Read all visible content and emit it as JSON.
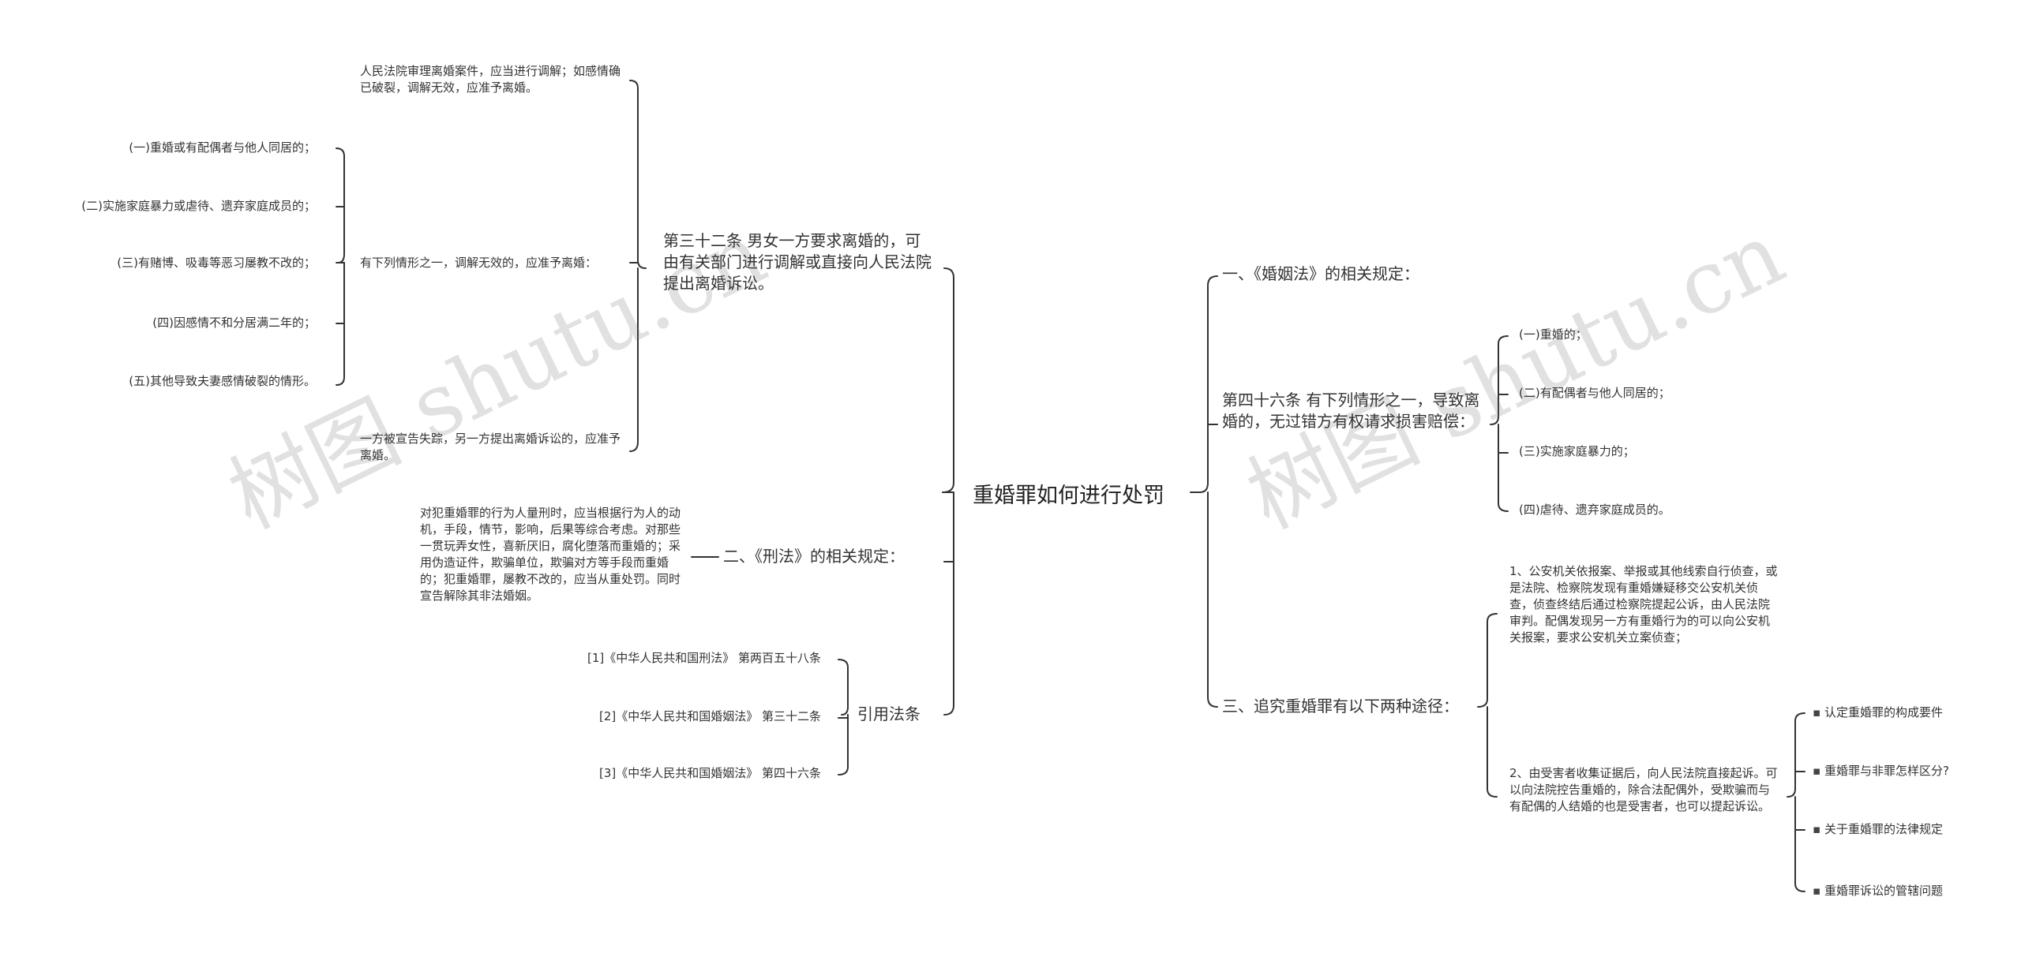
{
  "root": "重婚罪如何进行处罚",
  "left": {
    "art32": {
      "title": "第三十二条 男女一方要求离婚的，可由有关部门进行调解或直接向人民法院提出离婚诉讼。",
      "para1": "人民法院审理离婚案件，应当进行调解；如感情确已破裂，调解无效，应准予离婚。",
      "sub": "有下列情形之一，调解无效的，应准予离婚：",
      "items": [
        "(一)重婚或有配偶者与他人同居的；",
        "(二)实施家庭暴力或虐待、遗弃家庭成员的；",
        "(三)有赌博、吸毒等恶习屡教不改的；",
        "(四)因感情不和分居满二年的；",
        "(五)其他导致夫妻感情破裂的情形。"
      ],
      "para2": "一方被宣告失踪，另一方提出离婚诉讼的，应准予离婚。"
    },
    "criminal": {
      "title": "二、《刑法》的相关规定：",
      "text": "对犯重婚罪的行为人量刑时，应当根据行为人的动机，手段，情节，影响，后果等综合考虑。对那些一贯玩弄女性，喜新厌旧，腐化堕落而重婚的；采用伪造证件，欺骗单位，欺骗对方等手段而重婚的；犯重婚罪，屡教不改的，应当从重处罚。同时宣告解除其非法婚姻。"
    },
    "refs": {
      "title": "引用法条",
      "items": [
        "[1]《中华人民共和国刑法》 第两百五十八条",
        "[2]《中华人民共和国婚姻法》 第三十二条",
        "[3]《中华人民共和国婚姻法》 第四十六条"
      ]
    }
  },
  "right": {
    "marriage": {
      "title": "一、《婚姻法》的相关规定："
    },
    "art46": {
      "title": "第四十六条 有下列情形之一，导致离婚的，无过错方有权请求损害赔偿：",
      "items": [
        "(一)重婚的；",
        "(二)有配偶者与他人同居的；",
        "(三)实施家庭暴力的；",
        "(四)虐待、遗弃家庭成员的。"
      ]
    },
    "ways": {
      "title": "三、追究重婚罪有以下两种途径：",
      "way1": "1、公安机关依报案、举报或其他线索自行侦查，或是法院、检察院发现有重婚嫌疑移交公安机关侦查，侦查终结后通过检察院提起公诉，由人民法院审判。配偶发现另一方有重婚行为的可以向公安机关报案，要求公安机关立案侦查；",
      "way2": "2、由受害者收集证据后，向人民法院直接起诉。可以向法院控告重婚的，除合法配偶外，受欺骗而与有配偶的人结婚的也是受害者，也可以提起诉讼。",
      "links": [
        "认定重婚罪的构成要件",
        "重婚罪与非罪怎样区分?",
        "关于重婚罪的法律规定",
        "重婚罪诉讼的管辖问题"
      ]
    }
  },
  "watermark": "树图 shutu.cn",
  "colors": {
    "line": "#333333",
    "text": "#333333",
    "watermark": "#bdbdbd"
  }
}
